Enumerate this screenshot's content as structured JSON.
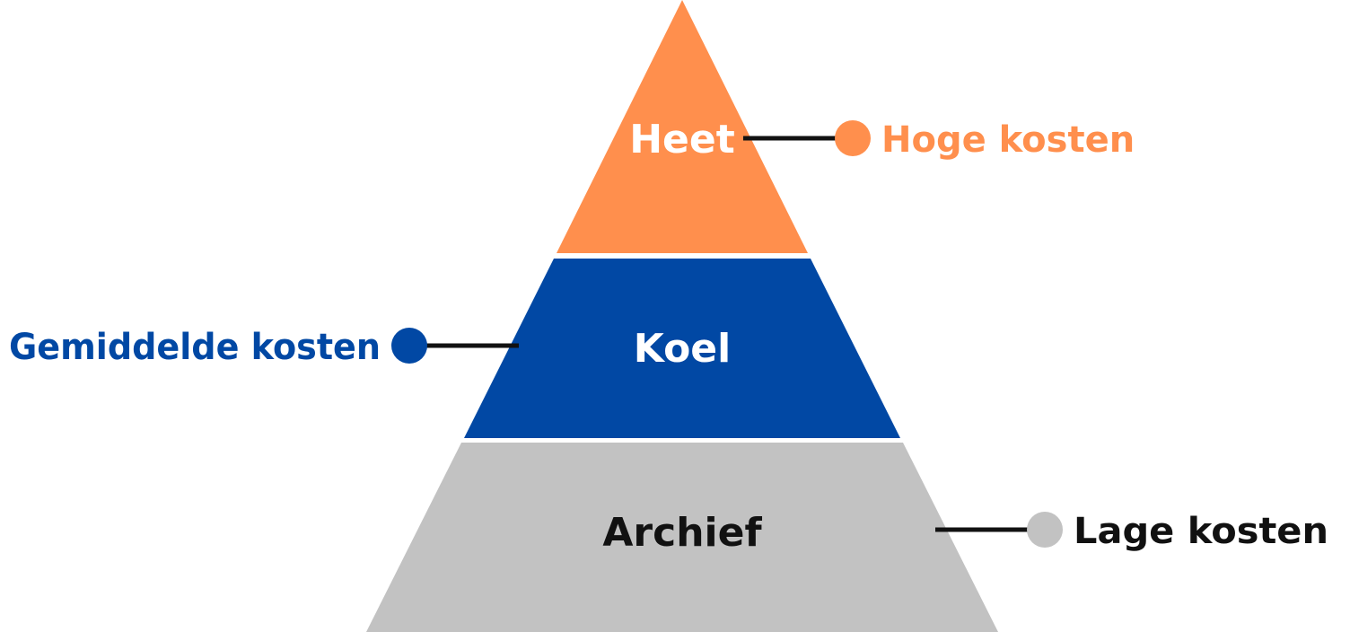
{
  "colors": {
    "hot": "#FF8F4D",
    "cool": "#0148A4",
    "archive": "#C2C2C2",
    "connector": "#111111",
    "hot_text": "#FFFFFF",
    "cool_text": "#FFFFFF",
    "archive_text": "#111111",
    "lage_label": "#111111"
  },
  "tiers": {
    "hot": {
      "label": "Heet",
      "cost": "Hoge kosten"
    },
    "cool": {
      "label": "Koel",
      "cost": "Gemiddelde kosten"
    },
    "archive": {
      "label": "Archief",
      "cost": "Lage kosten"
    }
  }
}
